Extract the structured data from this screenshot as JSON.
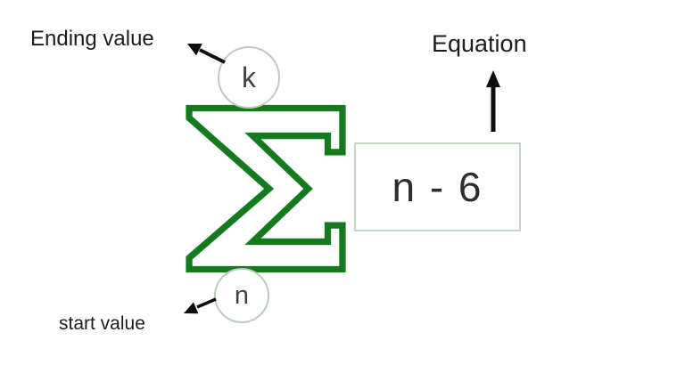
{
  "diagram": {
    "labels": {
      "ending_value": "Ending value",
      "equation": "Equation",
      "start_value": "start value"
    },
    "sigma": {
      "upper_bound": "k",
      "lower_bound": "n"
    },
    "equation_box": {
      "expression": "n - 6"
    },
    "colors": {
      "sigma_green": "#157a1e",
      "circle_border": "#b8cdba",
      "box_border": "#c3d6c4",
      "arrow_black": "#0d0d0d",
      "text_dark": "#1f1f1f"
    }
  }
}
